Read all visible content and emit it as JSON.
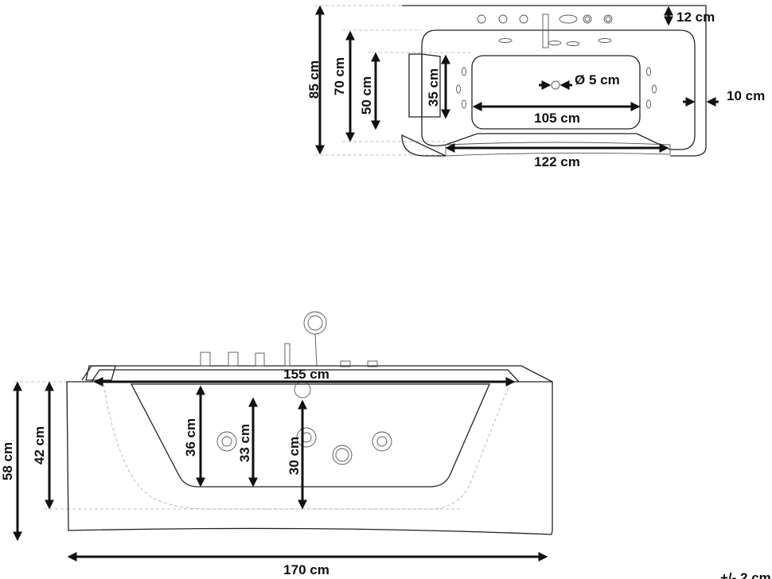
{
  "top_view": {
    "depth_total": "85 cm",
    "depth_inner": "70 cm",
    "depth_basin": "50 cm",
    "pillow_length": "35 cm",
    "drain_diameter": "Ø 5 cm",
    "basin_length": "105 cm",
    "front_length": "122 cm",
    "back_rim": "12 cm",
    "side_rim": "10 cm"
  },
  "front_view": {
    "top_length": "155 cm",
    "total_length": "170 cm",
    "total_height": "58 cm",
    "inner_height": "42 cm",
    "depth_1": "36 cm",
    "depth_2": "33 cm",
    "depth_3": "30 cm"
  },
  "tolerance": "+/- 2 cm"
}
